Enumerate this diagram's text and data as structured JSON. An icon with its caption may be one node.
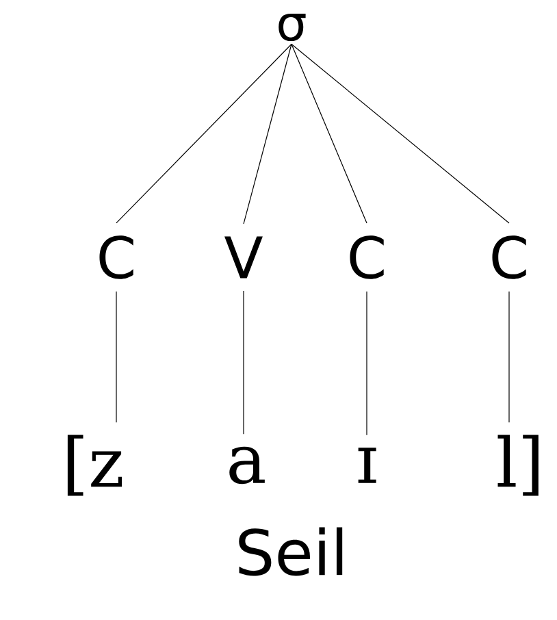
{
  "diagram": {
    "nodes": [
      {
        "text": [
          "σ"
        ]
      },
      {
        "text": [
          "C"
        ]
      },
      {
        "text": [
          "V"
        ]
      },
      {
        "text": [
          "C"
        ]
      },
      {
        "text": [
          "C"
        ]
      },
      {
        "text": [
          "[z"
        ]
      },
      {
        "text": [
          "a"
        ]
      },
      {
        "text": [
          "ɪ"
        ]
      },
      {
        "text": [
          "l]"
        ]
      }
    ],
    "edges": [
      {
        "from": 0,
        "to": 1,
        "arrow": "none"
      },
      {
        "from": 0,
        "to": 2,
        "arrow": "none"
      },
      {
        "from": 0,
        "to": 3,
        "arrow": "none"
      },
      {
        "from": 0,
        "to": 4,
        "arrow": "none"
      },
      {
        "from": 1,
        "to": 5,
        "arrow": "none"
      },
      {
        "from": 2,
        "to": 6,
        "arrow": "none"
      },
      {
        "from": 3,
        "to": 7,
        "arrow": "none"
      },
      {
        "from": 4,
        "to": 8,
        "arrow": "none"
      }
    ],
    "labels": [
      "Seil"
    ]
  }
}
